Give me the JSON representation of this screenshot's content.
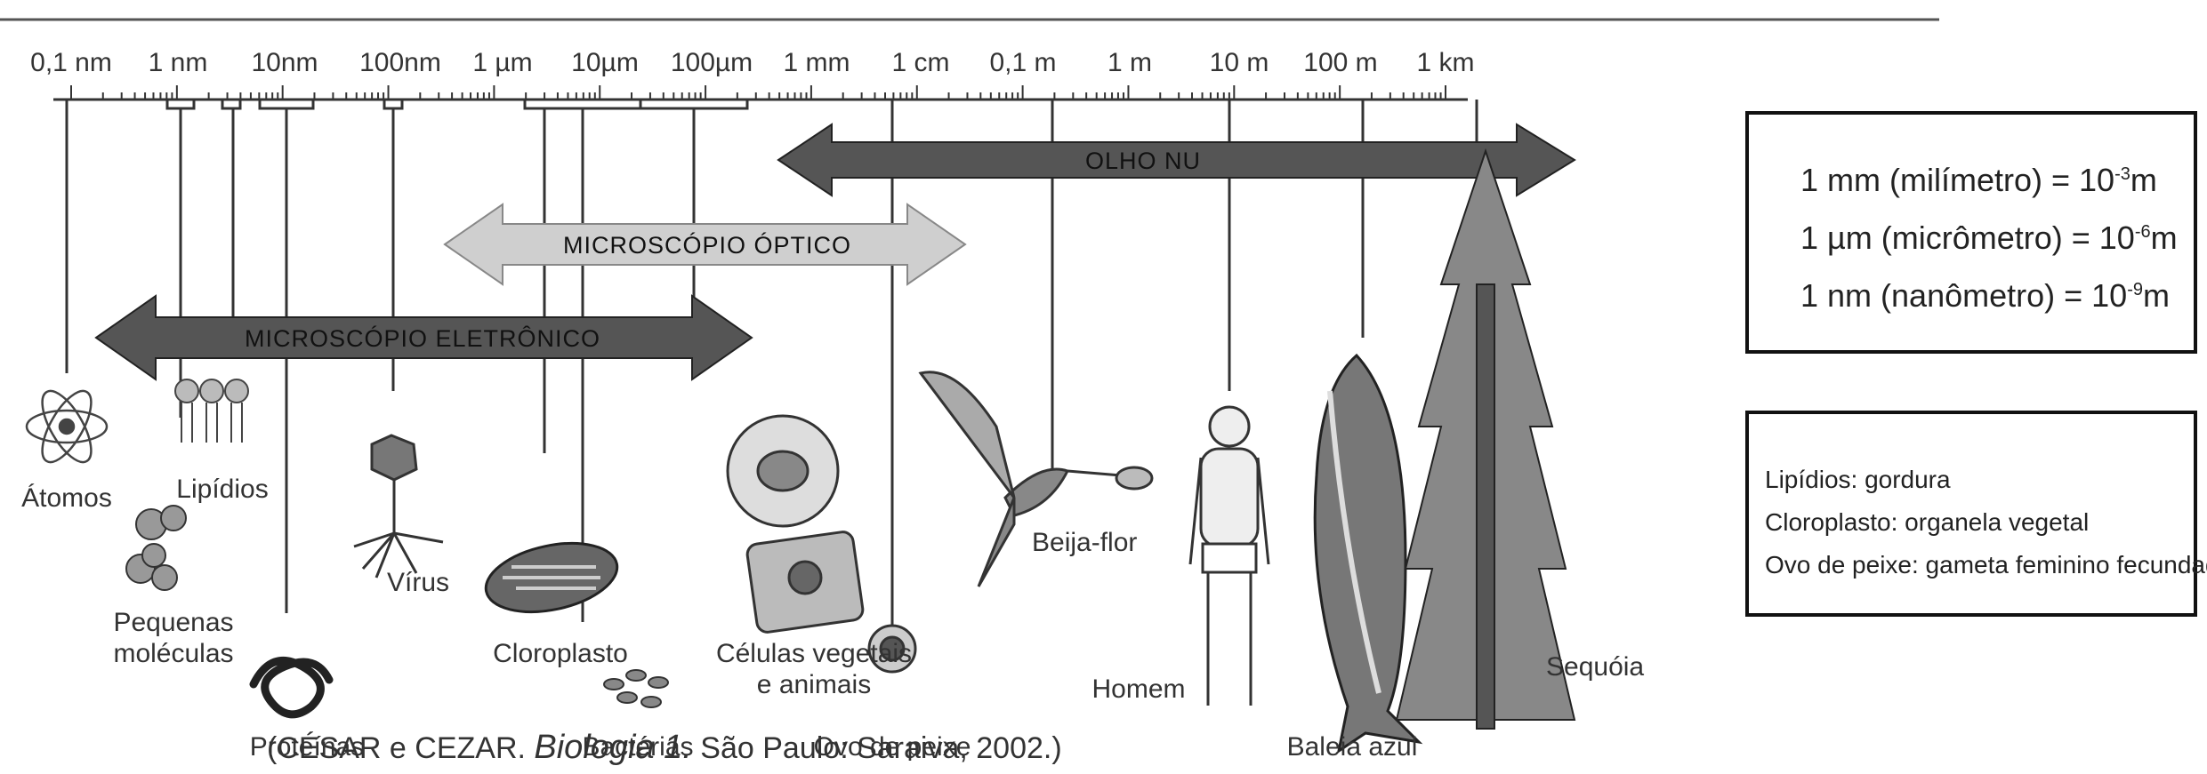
{
  "scale_labels": [
    "0,1 nm",
    "1 nm",
    "10nm",
    "100nm",
    "1 µm",
    "10µm",
    "100µm",
    "1 mm",
    "1 cm",
    "0,1 m",
    "1 m",
    "10 m",
    "100 m",
    "1 km"
  ],
  "arrows": {
    "olho_nu": "OLHO NU",
    "microscopio_optico": "MICROSCÓPIO ÓPTICO",
    "microscopio_eletronico": "MICROSCÓPIO ELETRÔNICO"
  },
  "items": {
    "atomos": "Átomos",
    "lipidios": "Lipídios",
    "pequenas": "Pequenas",
    "moleculas": "moléculas",
    "virus": "Vírus",
    "proteinas": "Proteínas",
    "cloroplasto": "Cloroplasto",
    "bacterias": "Bactérias",
    "celulas_1": "Células vegetais",
    "celulas_2": "e animais",
    "ovo": "Ovo de peixe",
    "beija_flor": "Beija-flor",
    "homem": "Homem",
    "baleia": "Baleia azul",
    "sequoia": "Sequóia"
  },
  "conversions": [
    {
      "text": "1 mm (milímetro) = 10",
      "exp": "-3",
      "unit": "m"
    },
    {
      "text": "1 µm (micrômetro) = 10",
      "exp": "-6",
      "unit": "m"
    },
    {
      "text": "1 nm (nanômetro) = 10",
      "exp": "-9",
      "unit": "m"
    }
  ],
  "definitions": [
    "Lipídios: gordura",
    "Cloroplasto: organela vegetal",
    "Ovo de peixe: gameta feminino fecundado"
  ],
  "citation": {
    "prefix": "(CÉSAR e CEZAR. ",
    "title": "Biologia 1.",
    "suffix": " São Paulo: Saraiva, 2002.)"
  }
}
